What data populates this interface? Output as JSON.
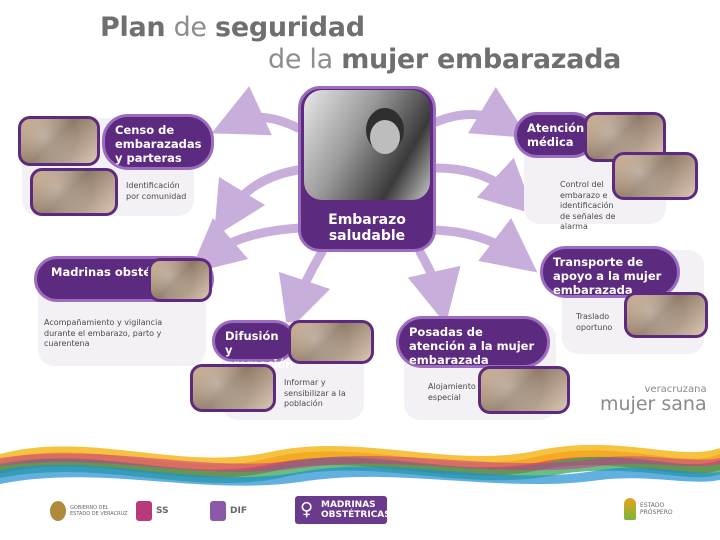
{
  "title": {
    "line1_light": "Plan",
    "line1_mid": "de",
    "line1_bold": "seguridad",
    "line2_light": "de la",
    "line2_bold": "mujer embarazada"
  },
  "center": {
    "label": "Embarazo saludable"
  },
  "nodes": [
    {
      "id": "censo",
      "title": "Censo de embarazadas y parteras",
      "desc": "Identificación por comunidad"
    },
    {
      "id": "atencion",
      "title": "Atención médica",
      "desc": "Control del embarazo e identificación de señales de alarma"
    },
    {
      "id": "madrinas",
      "title": "Madrinas obstétricas",
      "desc": "Acompañamiento y vigilancia durante el embarazo, parto y cuarentena"
    },
    {
      "id": "transporte",
      "title": "Transporte de apoyo a la mujer embarazada",
      "desc": "Traslado oportuno"
    },
    {
      "id": "difusion",
      "title": "Difusión y promoción",
      "desc": "Informar y sensibilizar a la población"
    },
    {
      "id": "posadas",
      "title": "Posadas de atención a la mujer embarazada",
      "desc": "Alojamiento especial"
    }
  ],
  "brand": {
    "small": "veracruzana",
    "big": "mujer sana"
  },
  "footer_logos": {
    "gobierno": "GOBIERNO DEL ESTADO DE VERACRUZ",
    "ss": "SS",
    "dif": "DIF",
    "madrinas_line1": "MADRINAS",
    "madrinas_line2": "OBSTÉTRICAS",
    "estado": "ESTADO PRÓSPERO"
  },
  "colors": {
    "purple": "#5c2a7e",
    "purple_light": "#9b6cc0",
    "arrow": "#c8aedb",
    "card": "#f4f1f6"
  }
}
